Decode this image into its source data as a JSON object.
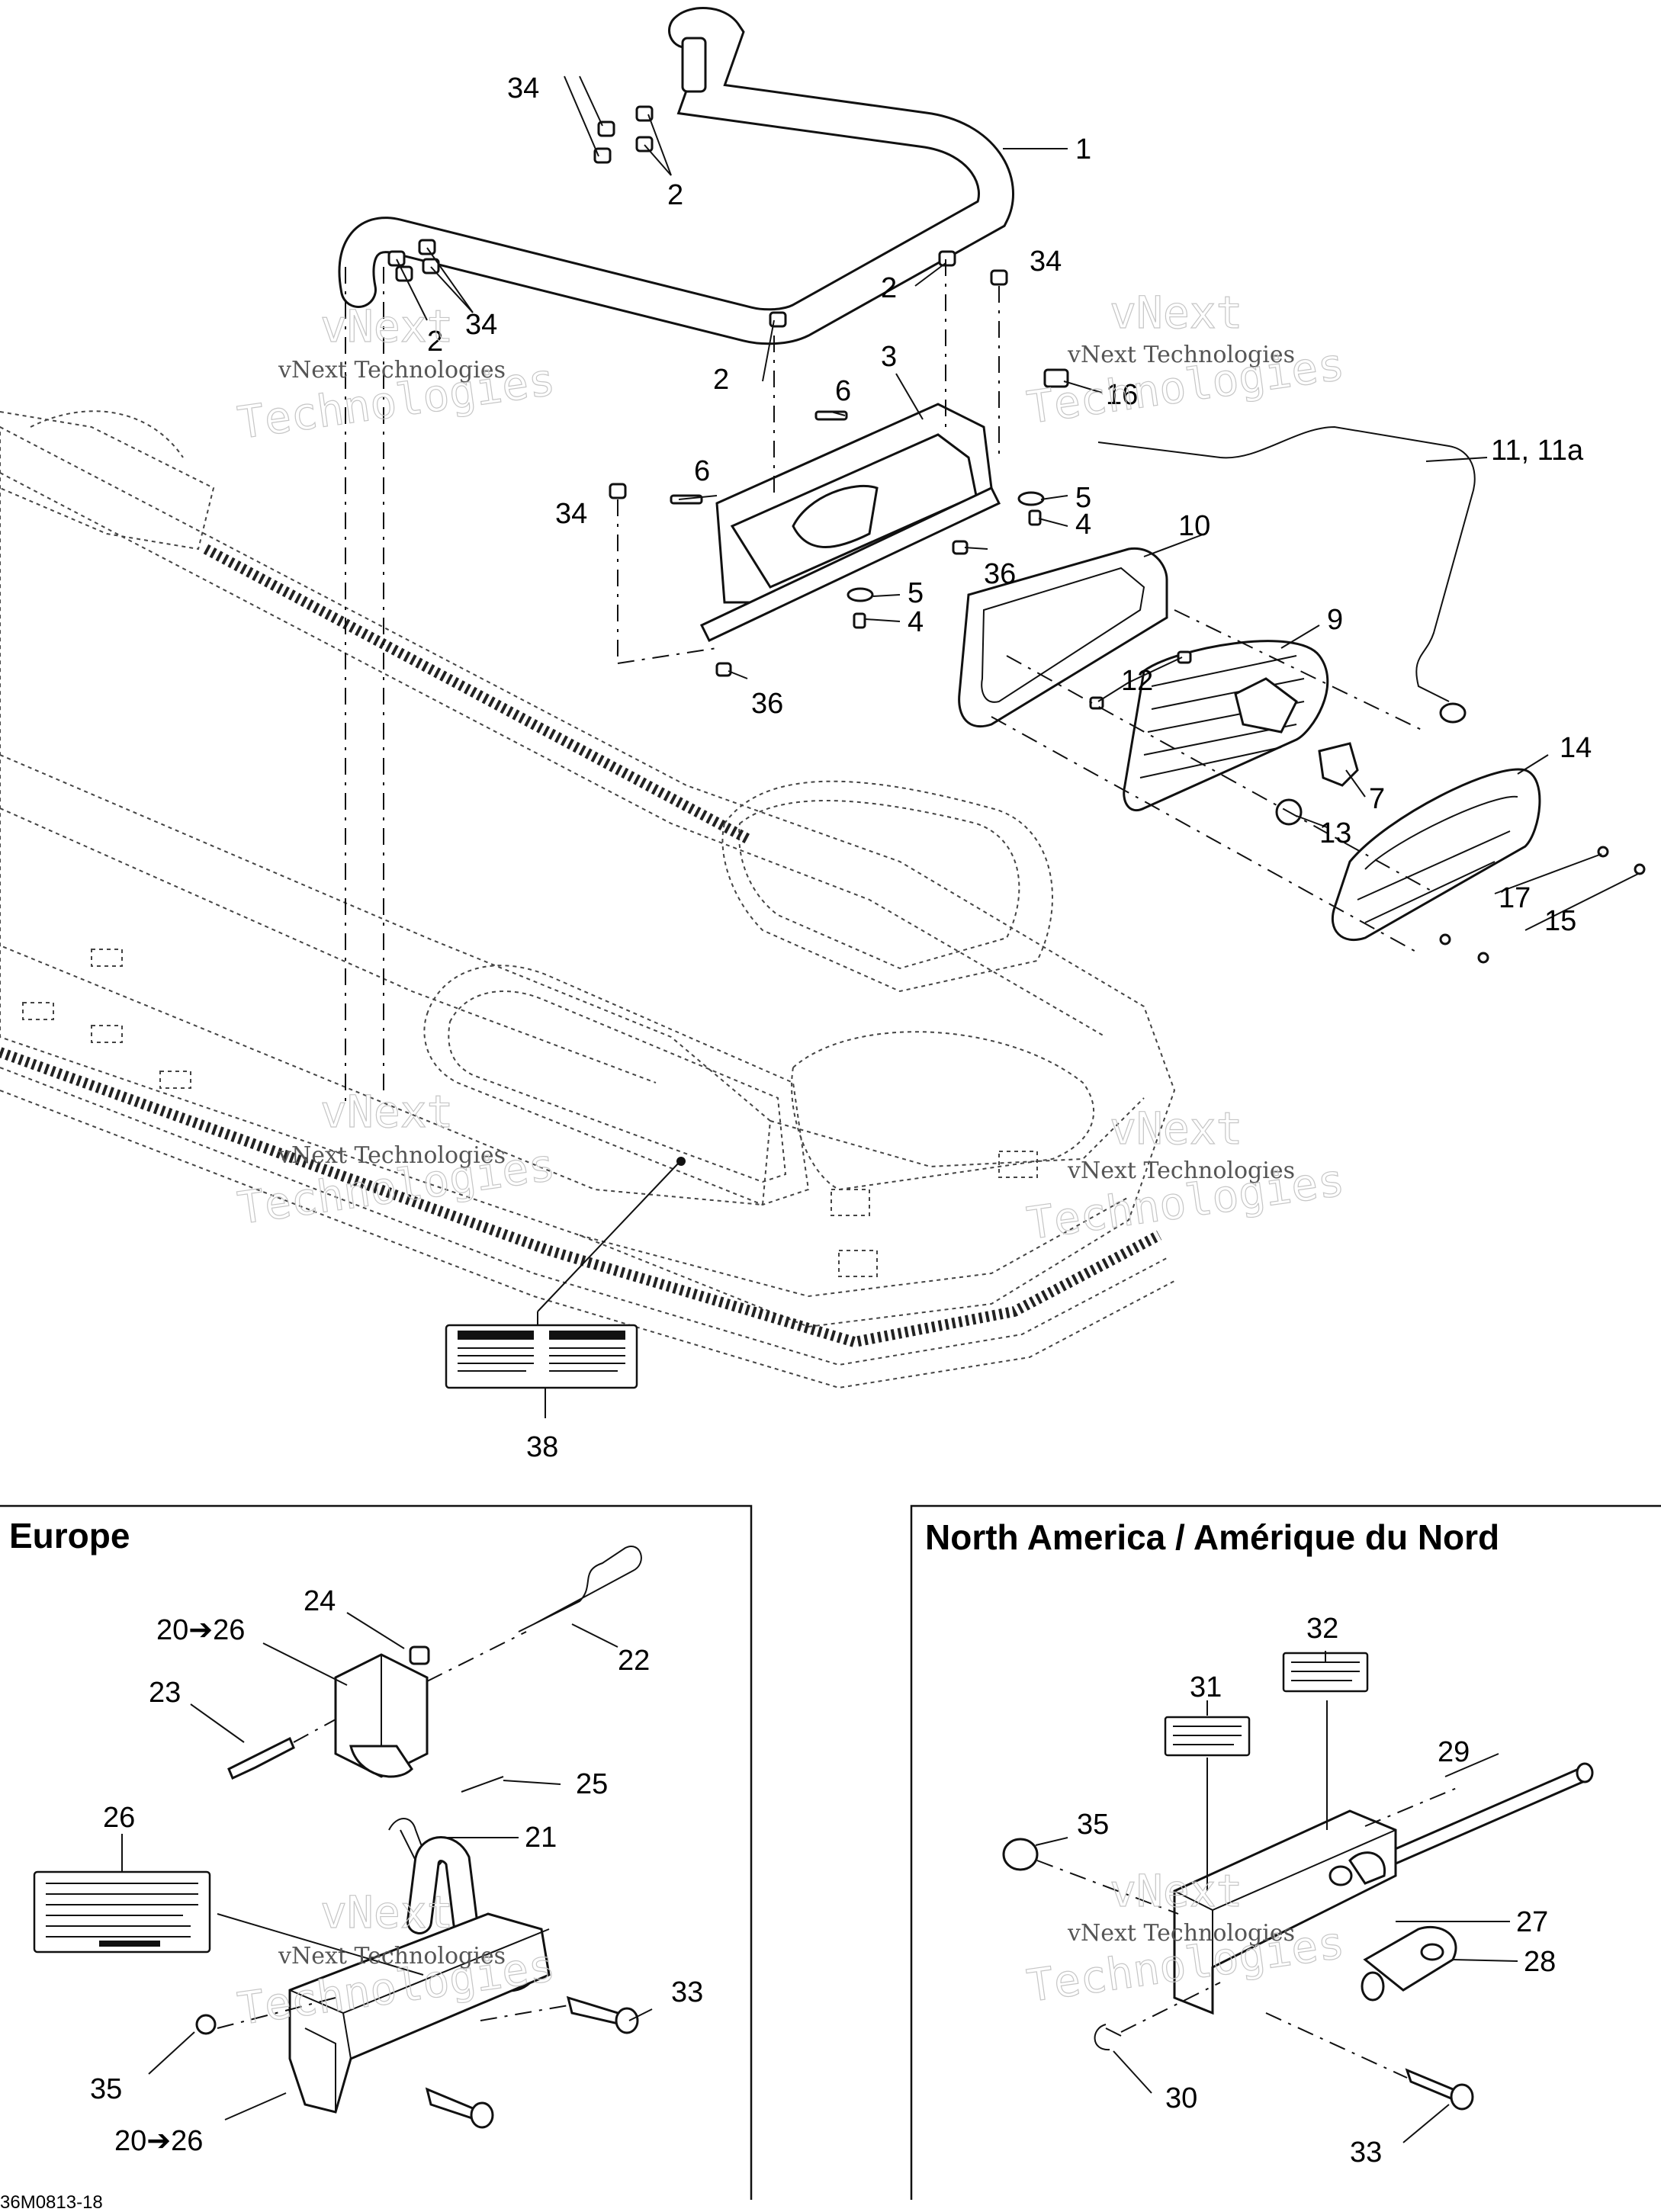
{
  "callouts": {
    "c1": "1",
    "c2a": "2",
    "c2b": "2",
    "c2c": "2",
    "c2d": "2",
    "c3": "3",
    "c4a": "4",
    "c4b": "4",
    "c5a": "5",
    "c5b": "5",
    "c6a": "6",
    "c6b": "6",
    "c7": "7",
    "c9": "9",
    "c10": "10",
    "c11": "11, 11a",
    "c12": "12",
    "c13": "13",
    "c14": "14",
    "c15": "15",
    "c16": "16",
    "c17": "17",
    "c34a": "34",
    "c34b": "34",
    "c34c": "34",
    "c34d": "34",
    "c36a": "36",
    "c36b": "36",
    "c38": "38"
  },
  "europe": {
    "title": "Europe",
    "c20a": "20➔26",
    "c20b": "20➔26",
    "c21": "21",
    "c22": "22",
    "c23": "23",
    "c24": "24",
    "c25": "25",
    "c26": "26",
    "c33": "33",
    "c35": "35"
  },
  "north_america": {
    "title": "North America / Amérique du Nord",
    "c27": "27",
    "c28": "28",
    "c29": "29",
    "c30": "30",
    "c31": "31",
    "c32": "32",
    "c33": "33",
    "c35": "35"
  },
  "watermark": {
    "line1": "vNext Technologies",
    "line2": "vNext",
    "line3": "Technologies"
  },
  "drawing_code": "36M0813-18"
}
